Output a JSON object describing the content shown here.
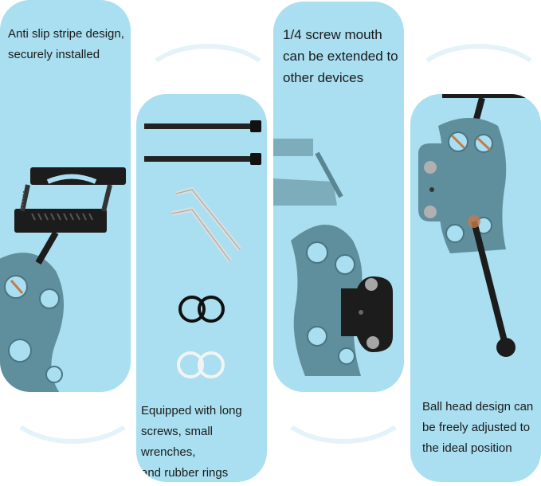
{
  "panels": [
    {
      "caption_lines": [
        "Anti slip stripe design,",
        "securely installed"
      ]
    },
    {
      "caption_lines": [
        "Equipped with long",
        "screws, small wrenches,",
        "and rubber rings"
      ]
    },
    {
      "caption_lines": [
        "1/4 screw mouth",
        "can be extended to",
        "other devices"
      ]
    },
    {
      "caption_lines": [
        "Ball head design can",
        "be freely adjusted to",
        "the ideal position"
      ]
    }
  ],
  "colors": {
    "panel": "#a9dff0",
    "arm": "#5f8e9c",
    "metal": "#1c1c1c",
    "copper": "#c37b4a"
  }
}
